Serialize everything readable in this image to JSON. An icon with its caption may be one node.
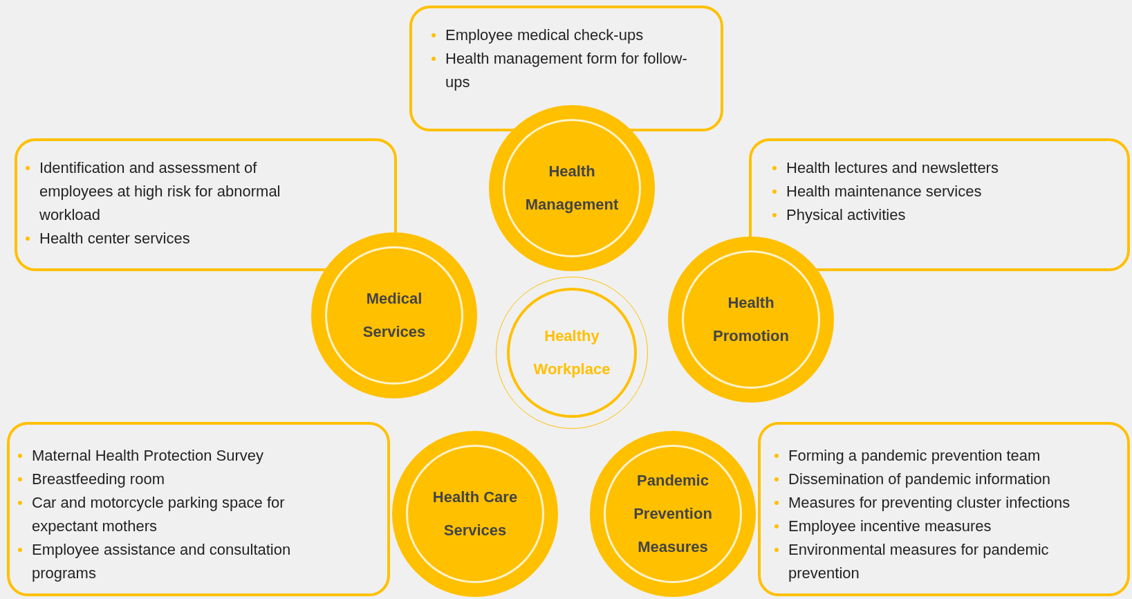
{
  "diagram": {
    "nodes": [
      {
        "text": [
          "Employee medical check-ups",
          "Health management form for follow-ups"
        ]
      },
      {
        "text": [
          "Health Management"
        ]
      },
      {
        "text": [
          "Identification and assessment of employees at high risk for abnormal workload",
          "Health center services"
        ]
      },
      {
        "text": [
          "Medical Services"
        ]
      },
      {
        "text": [
          "Health lectures and newsletters",
          "Health maintenance services",
          "Physical activities"
        ]
      },
      {
        "text": [
          "Health Promotion"
        ]
      },
      {
        "text": [
          "Healthy Workplace"
        ]
      },
      {
        "text": [
          "Maternal Health Protection Survey",
          "Breastfeeding room",
          "Car and motorcycle parking space for expectant mothers",
          "Employee assistance and consultation programs"
        ]
      },
      {
        "text": [
          "Health Care Services"
        ]
      },
      {
        "text": [
          "Pandemic Prevention Measures"
        ]
      },
      {
        "text": [
          "Forming a pandemic prevention team",
          "Dissemination of pandemic information",
          "Measures for preventing cluster infections",
          "Employee incentive measures",
          "Environmental measures for pandemic prevention"
        ]
      }
    ],
    "edges": []
  }
}
